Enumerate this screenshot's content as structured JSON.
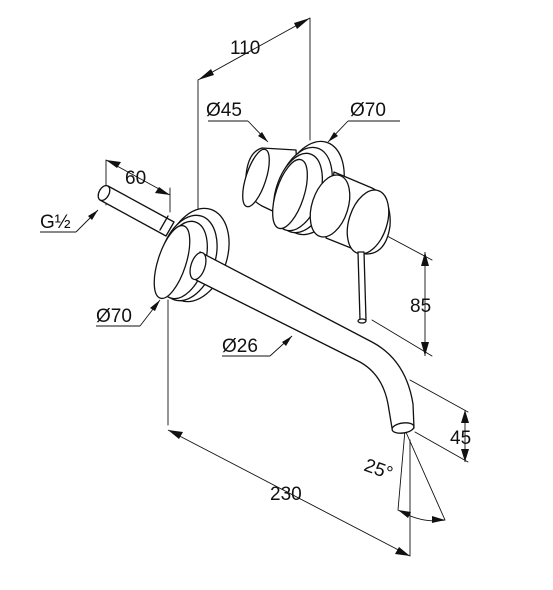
{
  "dimensions": {
    "rosette_offset": "110",
    "lever_diameter": "Ø45",
    "rosette_diameter_top": "Ø70",
    "pipe_length": "60",
    "thread": "G½",
    "rosette_diameter_bottom": "Ø70",
    "spout_diameter": "Ø26",
    "lever_height": "85",
    "spout_drop": "45",
    "spout_angle": "25°",
    "spout_projection": "230"
  }
}
